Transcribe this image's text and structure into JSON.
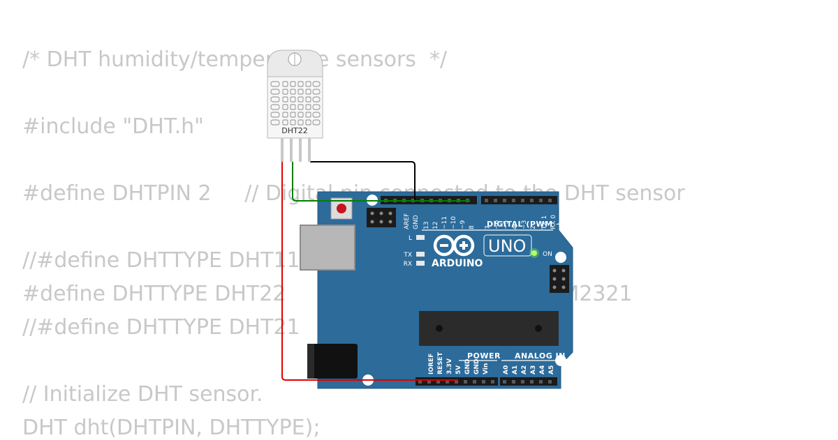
{
  "code_lines": {
    "l1": "/* DHT humidity/temperature sensors  */",
    "l2": "#include \"DHT.h\"",
    "l3": "#define DHTPIN 2     // Digital pin connected to the DHT sensor",
    "l4": "//#define DHTTYPE DHT11",
    "l5": "#define DHTTYPE DHT22     // DHT 22  (AM2302), AM2321",
    "l6": "//#define DHTTYPE DHT21",
    "l7": "// Initialize DHT sensor.",
    "l8": "DHT dht(DHTPIN, DHTTYPE);"
  },
  "sensor": {
    "label": "DHT22"
  },
  "board": {
    "brand": "ARDUINO",
    "model": "UNO",
    "on_label": "ON",
    "led_l": "L",
    "led_tx": "TX",
    "led_rx": "RX",
    "digital_label": "DIGITAL (PWM ~)",
    "power_label": "POWER",
    "analog_label": "ANALOG IN",
    "digital_pins": [
      "AREF",
      "GND",
      "13",
      "12",
      "~11",
      "~10",
      "~9",
      "8",
      "7",
      "~6",
      "~5",
      "4",
      "~3",
      "2",
      "TX 1",
      "RX 0"
    ],
    "power_pins": [
      "IOREF",
      "RESET",
      "3.3V",
      "5V",
      "GND",
      "GND",
      "Vin"
    ],
    "analog_pins": [
      "A0",
      "A1",
      "A2",
      "A3",
      "A4",
      "A5"
    ]
  },
  "colors": {
    "board": "#2c6b9a",
    "wire_gnd": "#000000",
    "wire_data": "#008000",
    "wire_power": "#e00000",
    "led_on": "#7cff3a"
  }
}
